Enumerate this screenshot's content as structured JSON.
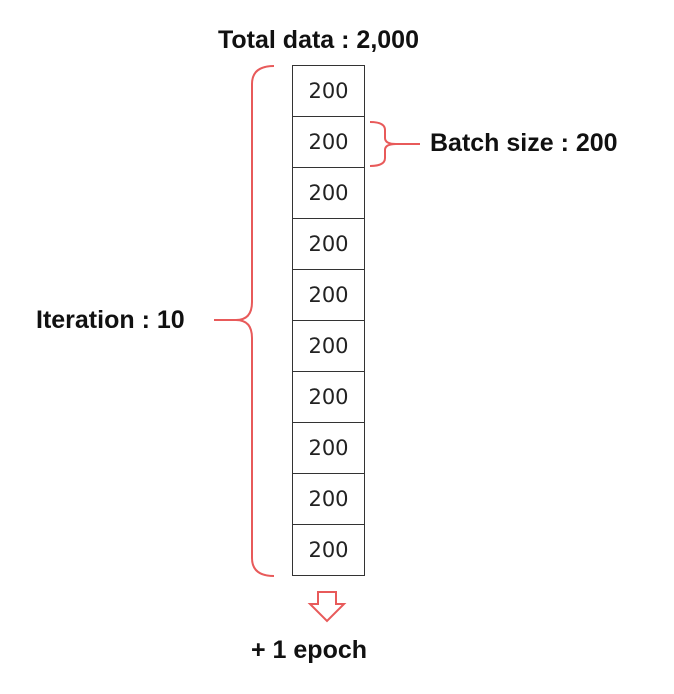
{
  "title": "Total data : 2,000",
  "batch_label": "Batch size : 200",
  "iteration_label": "Iteration : 10",
  "epoch_label": "+ 1 epoch",
  "batches": [
    "200",
    "200",
    "200",
    "200",
    "200",
    "200",
    "200",
    "200",
    "200",
    "200"
  ],
  "colors": {
    "accent": "#e85a5a",
    "border": "#333333",
    "text": "#111111"
  }
}
